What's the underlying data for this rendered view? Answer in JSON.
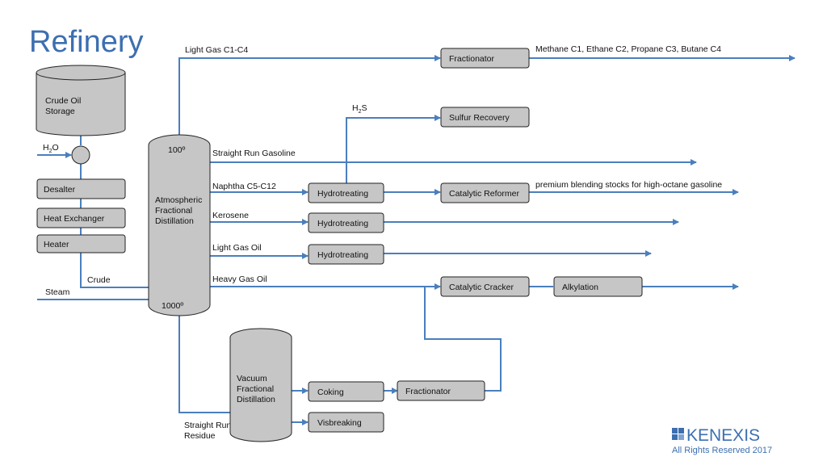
{
  "title": "Refinery",
  "colors": {
    "line": "#4a7fbd",
    "title": "#3d6fb0",
    "box_fill": "#c6c6c6"
  },
  "storage": {
    "label_1": "Crude Oil",
    "label_2": "Storage"
  },
  "inputs": {
    "water": "H",
    "water_sub": "2",
    "water_end": "O",
    "crude": "Crude",
    "steam": "Steam"
  },
  "pretreat": {
    "desalter": "Desalter",
    "heat_exchanger": "Heat Exchanger",
    "heater": "Heater"
  },
  "column": {
    "top_temp": "100º",
    "bottom_temp": "1000º",
    "label_1": "Atmospheric",
    "label_2": "Fractional",
    "label_3": "Distillation"
  },
  "streams": {
    "light_gas": "Light Gas C1-C4",
    "straight_run_gasoline": "Straight Run Gasoline",
    "naphtha": "Naphtha C5-C12",
    "kerosene": "Kerosene",
    "light_gas_oil": "Light Gas Oil",
    "heavy_gas_oil": "Heavy Gas Oil",
    "residue_1": "Straight Run",
    "residue_2": "Residue",
    "h2s": "H",
    "h2s_sub": "2",
    "h2s_end": "S"
  },
  "units": {
    "fractionator_top": "Fractionator",
    "sulfur_recovery": "Sulfur Recovery",
    "hydrotreating_1": "Hydrotreating",
    "hydrotreating_2": "Hydrotreating",
    "hydrotreating_3": "Hydrotreating",
    "catalytic_reformer": "Catalytic Reformer",
    "catalytic_cracker": "Catalytic Cracker",
    "alkylation": "Alkylation",
    "coking": "Coking",
    "fractionator_bottom": "Fractionator",
    "visbreaking": "Visbreaking"
  },
  "products": {
    "light_gases": "Methane C1, Ethane C2, Propane C3, Butane C4",
    "reformate": "premium blending stocks for high-octane gasoline"
  },
  "vacuum": {
    "label_1": "Vacuum",
    "label_2": "Fractional",
    "label_3": "Distillation"
  },
  "logo": {
    "brand": "KENEXIS",
    "rights": "All Rights Reserved 2017"
  }
}
